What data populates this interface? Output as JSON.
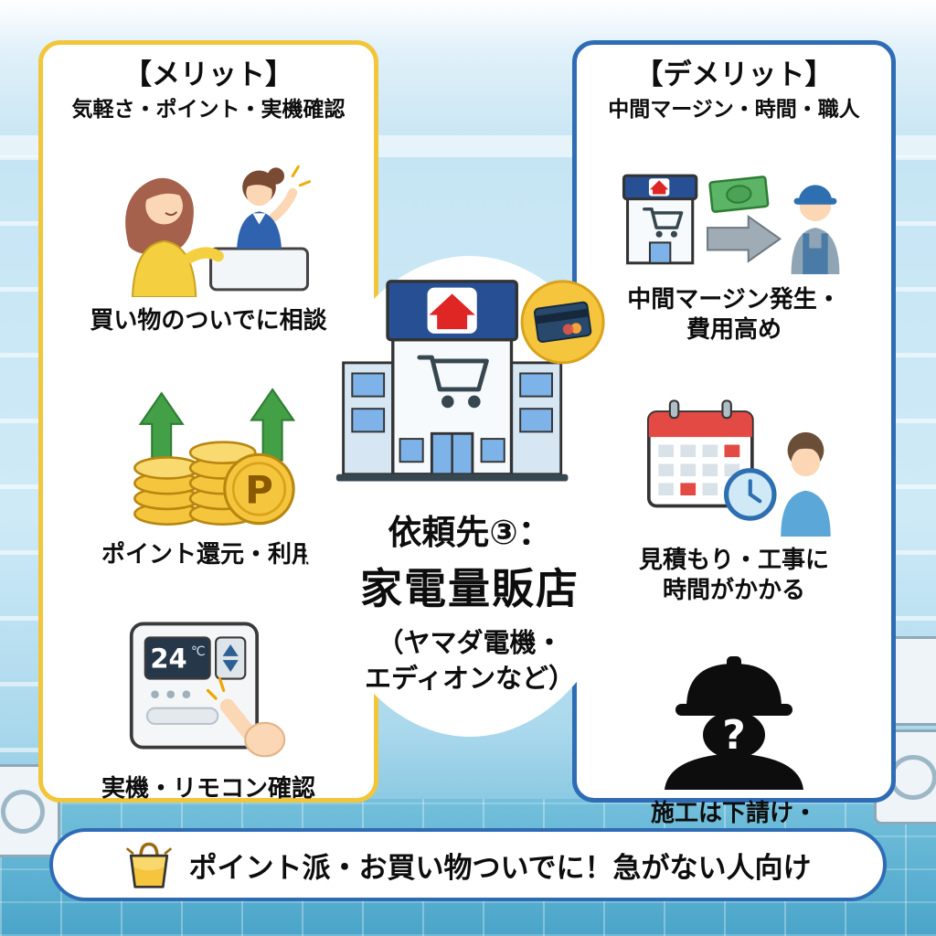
{
  "center": {
    "icon": "store-building-icon",
    "badge_icon": "credit-card-icon",
    "heading_line1": "依頼先③：",
    "heading_line2": "家電量販店",
    "subheading": "（ヤマダ電機・\nエディオンなど）"
  },
  "merit_panel": {
    "title": "【メリット】",
    "subtitle": "気軽さ・ポイント・実機確認",
    "border_color": "#f2c63b",
    "items": [
      {
        "icon": "shopping-consultation-icon",
        "label": "買い物のついでに相談"
      },
      {
        "icon": "point-coins-icon",
        "label": "ポイント還元・利用",
        "coin_letter": "P"
      },
      {
        "icon": "remote-check-icon",
        "label": "実機・リモコン確認",
        "display_value": "24",
        "display_unit": "℃"
      }
    ]
  },
  "demerit_panel": {
    "title": "【デメリット】",
    "subtitle": "中間マージン・時間・職人",
    "border_color": "#2e6cb5",
    "items": [
      {
        "icon": "middleman-margin-icon",
        "label": "中間マージン発生・\n費用高め"
      },
      {
        "icon": "schedule-delay-icon",
        "label": "見積もり・工事に\n時間がかかる"
      },
      {
        "icon": "unknown-worker-icon",
        "label": "施工は下請け・\n職人不明",
        "mark": "?"
      }
    ]
  },
  "footer": {
    "icon": "shopping-bag-icon",
    "text": "ポイント派・お買い物ついでに！急がない人向け"
  },
  "colors": {
    "merit_yellow": "#f2c63b",
    "demerit_blue": "#2e6cb5",
    "logo_red": "#e02525",
    "point_green": "#43a047",
    "coin_yellow": "#f4c53d",
    "floor_blue": "#56aecf"
  }
}
